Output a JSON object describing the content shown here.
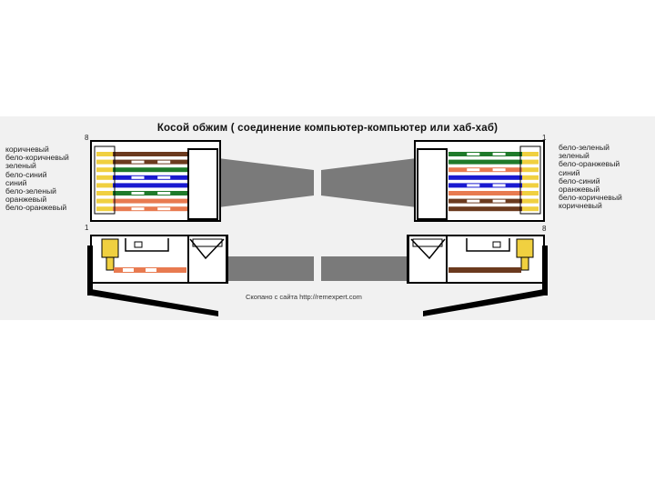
{
  "title": "Косой обжим ( соединение компьютер-компьютер или хаб-хаб)",
  "left_pins": {
    "top": "8",
    "bottom": "1"
  },
  "right_pins": {
    "top": "1",
    "bottom": "8"
  },
  "left_legend": [
    "коричневый",
    "бело-коричневый",
    "зеленый",
    "бело-синий",
    "синий",
    "бело-зеленый",
    "оранжевый",
    "бело-оранжевый"
  ],
  "right_legend": [
    "бело-зеленый",
    "зеленый",
    "бело-оранжевый",
    "синий",
    "бело-синий",
    "оранжевый",
    "бело-коричневый",
    "коричневый"
  ],
  "credit": "Скопано с сайта http://remexpert.com",
  "colors": {
    "brown": "#6b3a1e",
    "green": "#1f7a2a",
    "blue": "#1a1ad0",
    "orange": "#e87a50",
    "white": "#ffffff",
    "yellow": "#f0d040",
    "cable": "#7a7a7a"
  },
  "left_wires": [
    {
      "color": "brown",
      "stripe": false
    },
    {
      "color": "brown",
      "stripe": true
    },
    {
      "color": "green",
      "stripe": false
    },
    {
      "color": "blue",
      "stripe": true
    },
    {
      "color": "blue",
      "stripe": false
    },
    {
      "color": "green",
      "stripe": true
    },
    {
      "color": "orange",
      "stripe": false
    },
    {
      "color": "orange",
      "stripe": true
    }
  ],
  "right_wires": [
    {
      "color": "green",
      "stripe": true
    },
    {
      "color": "green",
      "stripe": false
    },
    {
      "color": "orange",
      "stripe": true
    },
    {
      "color": "blue",
      "stripe": false
    },
    {
      "color": "blue",
      "stripe": true
    },
    {
      "color": "orange",
      "stripe": false
    },
    {
      "color": "brown",
      "stripe": true
    },
    {
      "color": "brown",
      "stripe": false
    }
  ]
}
